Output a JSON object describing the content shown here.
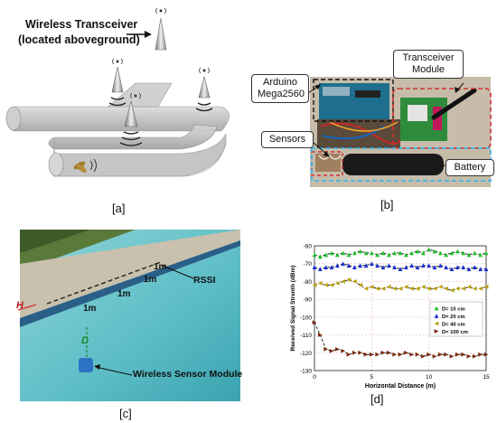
{
  "panel_a": {
    "title_line1": "Wireless Transceiver",
    "title_line2": "(located aboveground)",
    "label": "[a]"
  },
  "panel_b": {
    "arduino_line1": "Arduino",
    "arduino_line2": "Mega2560",
    "transceiver_line1": "Transceiver",
    "transceiver_line2": "Module",
    "sensors": "Sensors",
    "battery": "Battery",
    "label": "[b]"
  },
  "panel_c": {
    "h_label": "H",
    "m1": "1m",
    "m2": "1m",
    "m3": "1m",
    "m4": "1m",
    "rssi": "RSSI",
    "d_label": "D",
    "module": "Wireless Sensor Module",
    "label": "[c]"
  },
  "panel_d": {
    "label": "[d]",
    "colors": {
      "d10": "#22c02a",
      "d20": "#1a2fd0",
      "d40": "#b8a010",
      "d100": "#7a2a10"
    }
  },
  "chart_data": {
    "type": "line",
    "xlabel": "Horizontal Distance (m)",
    "ylabel": "Received Signal Strenth (dBm)",
    "xlim": [
      0,
      15
    ],
    "ylim": [
      -130,
      -60
    ],
    "xticks": [
      0,
      5,
      10,
      15
    ],
    "yticks": [
      -60,
      -70,
      -80,
      -90,
      -100,
      -110,
      -120,
      -130
    ],
    "grid": true,
    "legend": "center-right",
    "x": [
      0,
      0.5,
      1,
      1.5,
      2,
      2.5,
      3,
      3.5,
      4,
      4.5,
      5,
      5.5,
      6,
      6.5,
      7,
      7.5,
      8,
      8.5,
      9,
      9.5,
      10,
      10.5,
      11,
      11.5,
      12,
      12.5,
      13,
      13.5,
      14,
      14.5,
      15
    ],
    "series": [
      {
        "name": "D= 10 cm",
        "color": "#22c02a",
        "marker": "triangle-up",
        "values": [
          -65,
          -66,
          -65,
          -64,
          -65,
          -64,
          -65,
          -64,
          -63,
          -64,
          -64,
          -65,
          -64,
          -65,
          -64,
          -64,
          -65,
          -64,
          -63,
          -64,
          -62,
          -63,
          -64,
          -65,
          -64,
          -63,
          -64,
          -65,
          -64,
          -65,
          -64
        ]
      },
      {
        "name": "D= 20 cm",
        "color": "#1a2fd0",
        "marker": "triangle-up",
        "values": [
          -72,
          -73,
          -72,
          -72,
          -71,
          -70,
          -71,
          -72,
          -71,
          -71,
          -70,
          -71,
          -72,
          -71,
          -72,
          -73,
          -72,
          -71,
          -72,
          -71,
          -71,
          -72,
          -71,
          -72,
          -73,
          -72,
          -72,
          -73,
          -72,
          -73,
          -73
        ]
      },
      {
        "name": "D= 40 cm",
        "color": "#b8a010",
        "marker": "triangle-left",
        "values": [
          -82,
          -81,
          -82,
          -82,
          -81,
          -80,
          -79,
          -80,
          -82,
          -84,
          -83,
          -84,
          -84,
          -83,
          -84,
          -84,
          -83,
          -84,
          -84,
          -83,
          -84,
          -84,
          -83,
          -84,
          -85,
          -84,
          -84,
          -83,
          -84,
          -84,
          -83
        ]
      },
      {
        "name": "D= 100 cm",
        "color": "#7a2a10",
        "marker": "triangle-right",
        "values": [
          -103,
          -110,
          -118,
          -119,
          -118,
          -119,
          -121,
          -120,
          -120,
          -121,
          -121,
          -121,
          -120,
          -120,
          -121,
          -121,
          -120,
          -121,
          -121,
          -122,
          -121,
          -122,
          -121,
          -121,
          -122,
          -121,
          -121,
          -122,
          -122,
          -121,
          -121
        ]
      }
    ]
  }
}
